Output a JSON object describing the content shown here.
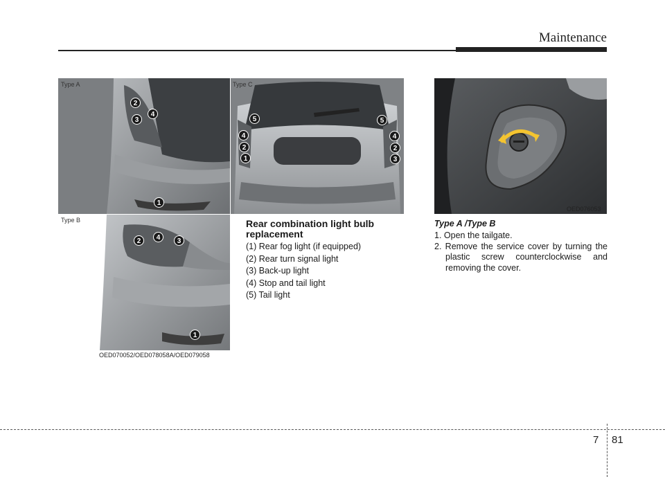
{
  "header": {
    "title": "Maintenance"
  },
  "figures": {
    "type_a": {
      "label": "Type A",
      "callouts": [
        "2",
        "3",
        "4",
        "1"
      ]
    },
    "type_b": {
      "label": "Type B",
      "callouts": [
        "2",
        "4",
        "3",
        "1"
      ]
    },
    "type_c": {
      "label": "Type C",
      "callouts": [
        "5",
        "5",
        "4",
        "4",
        "2",
        "2",
        "1",
        "3"
      ]
    },
    "left_code": "OED070052/OED078058A/OED079058",
    "right_code": "OED076053"
  },
  "section": {
    "heading": "Rear combination light bulb replacement",
    "items": [
      "(1) Rear fog light (if equipped)",
      "(2) Rear turn signal light",
      "(3) Back-up light",
      "(4) Stop and tail light",
      "(5) Tail light"
    ]
  },
  "instructions": {
    "heading": "Type A /Type B",
    "steps": [
      "1. Open the tailgate.",
      "2. Remove the service cover by turning the plastic screw counterclockwise and removing the cover."
    ]
  },
  "footer": {
    "chapter": "7",
    "page": "81"
  }
}
